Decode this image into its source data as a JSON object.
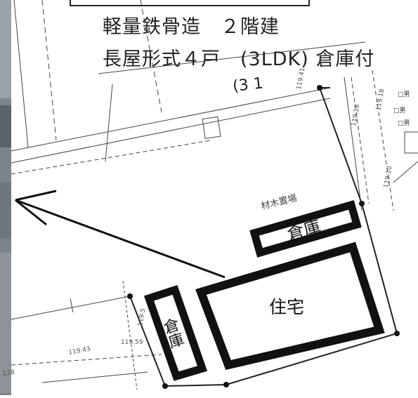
{
  "heading": {
    "line1": "軽量鉄骨造　２階建",
    "line2": "長屋形式４戸　(3LDK) 倉庫付"
  },
  "plan": {
    "house_label": "住宅",
    "storage_top_label": "倉庫",
    "storage_left_label": "倉庫",
    "lumber_yard_label": "材木置場",
    "parcel_number": "(3 1",
    "elevations": [
      "119.41",
      "119.18",
      "119.18",
      "119.10",
      "119.43",
      "119.59",
      "119.5",
      "128"
    ],
    "legend_fragments": [
      "□男",
      "□男",
      "□男"
    ]
  },
  "colors": {
    "ink": "#111111",
    "line": "#333333",
    "paper": "#ffffff",
    "photo": "#8a9096"
  }
}
